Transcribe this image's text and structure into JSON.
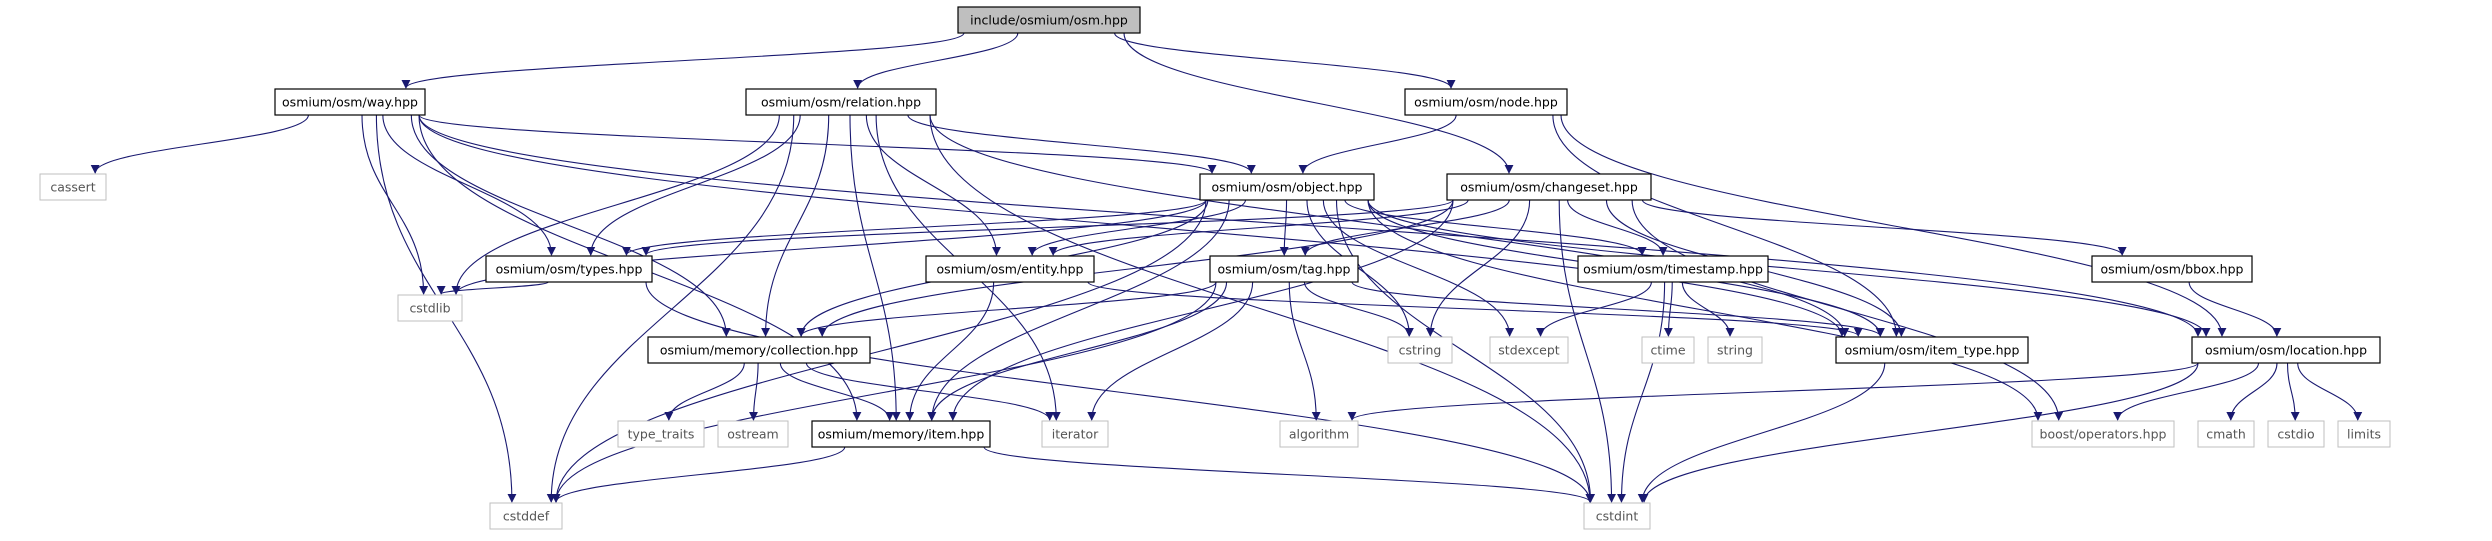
{
  "graph": {
    "colors": {
      "edge": "#191970",
      "root_fill": "#bfbfbf",
      "local_border": "#000000",
      "external_border": "#bfbfbf",
      "external_text": "#555555"
    },
    "nodes": [
      {
        "id": "osm",
        "label": "include/osmium/osm.hpp",
        "kind": "root"
      },
      {
        "id": "way",
        "label": "osmium/osm/way.hpp",
        "kind": "local"
      },
      {
        "id": "relation",
        "label": "osmium/osm/relation.hpp",
        "kind": "local"
      },
      {
        "id": "node",
        "label": "osmium/osm/node.hpp",
        "kind": "local"
      },
      {
        "id": "object",
        "label": "osmium/osm/object.hpp",
        "kind": "local"
      },
      {
        "id": "changeset",
        "label": "osmium/osm/changeset.hpp",
        "kind": "local"
      },
      {
        "id": "types",
        "label": "osmium/osm/types.hpp",
        "kind": "local"
      },
      {
        "id": "entity",
        "label": "osmium/osm/entity.hpp",
        "kind": "local"
      },
      {
        "id": "tag",
        "label": "osmium/osm/tag.hpp",
        "kind": "local"
      },
      {
        "id": "timestamp",
        "label": "osmium/osm/timestamp.hpp",
        "kind": "local"
      },
      {
        "id": "bbox",
        "label": "osmium/osm/bbox.hpp",
        "kind": "local"
      },
      {
        "id": "collection",
        "label": "osmium/memory/collection.hpp",
        "kind": "local"
      },
      {
        "id": "item_type",
        "label": "osmium/osm/item_type.hpp",
        "kind": "local"
      },
      {
        "id": "location",
        "label": "osmium/osm/location.hpp",
        "kind": "local"
      },
      {
        "id": "item",
        "label": "osmium/memory/item.hpp",
        "kind": "local"
      },
      {
        "id": "cassert",
        "label": "cassert",
        "kind": "external"
      },
      {
        "id": "cstdlib",
        "label": "cstdlib",
        "kind": "external"
      },
      {
        "id": "cstring",
        "label": "cstring",
        "kind": "external"
      },
      {
        "id": "stdexcept",
        "label": "stdexcept",
        "kind": "external"
      },
      {
        "id": "ctime",
        "label": "ctime",
        "kind": "external"
      },
      {
        "id": "string",
        "label": "string",
        "kind": "external"
      },
      {
        "id": "type_traits",
        "label": "type_traits",
        "kind": "external"
      },
      {
        "id": "ostream",
        "label": "ostream",
        "kind": "external"
      },
      {
        "id": "iterator",
        "label": "iterator",
        "kind": "external"
      },
      {
        "id": "algorithm",
        "label": "algorithm",
        "kind": "external"
      },
      {
        "id": "boost_operators",
        "label": "boost/operators.hpp",
        "kind": "external"
      },
      {
        "id": "cmath",
        "label": "cmath",
        "kind": "external"
      },
      {
        "id": "cstdio",
        "label": "cstdio",
        "kind": "external"
      },
      {
        "id": "limits",
        "label": "limits",
        "kind": "external"
      },
      {
        "id": "cstddef",
        "label": "cstddef",
        "kind": "external"
      },
      {
        "id": "cstdint",
        "label": "cstdint",
        "kind": "external"
      }
    ],
    "edges": [
      [
        "osm",
        "way"
      ],
      [
        "osm",
        "relation"
      ],
      [
        "osm",
        "node"
      ],
      [
        "osm",
        "changeset"
      ],
      [
        "way",
        "object"
      ],
      [
        "way",
        "types"
      ],
      [
        "way",
        "collection"
      ],
      [
        "way",
        "item"
      ],
      [
        "way",
        "cassert"
      ],
      [
        "way",
        "cstdlib"
      ],
      [
        "way",
        "cstddef"
      ],
      [
        "way",
        "item_type"
      ],
      [
        "way",
        "location"
      ],
      [
        "relation",
        "object"
      ],
      [
        "relation",
        "types"
      ],
      [
        "relation",
        "entity"
      ],
      [
        "relation",
        "collection"
      ],
      [
        "relation",
        "item"
      ],
      [
        "relation",
        "iterator"
      ],
      [
        "relation",
        "cstdlib"
      ],
      [
        "relation",
        "cstddef"
      ],
      [
        "relation",
        "item_type"
      ],
      [
        "relation",
        "cstdint"
      ],
      [
        "node",
        "object"
      ],
      [
        "node",
        "location"
      ],
      [
        "node",
        "item_type"
      ],
      [
        "object",
        "types"
      ],
      [
        "object",
        "entity"
      ],
      [
        "object",
        "tag"
      ],
      [
        "object",
        "timestamp"
      ],
      [
        "object",
        "collection"
      ],
      [
        "object",
        "item"
      ],
      [
        "object",
        "location"
      ],
      [
        "object",
        "item_type"
      ],
      [
        "object",
        "cstdlib"
      ],
      [
        "object",
        "cstring"
      ],
      [
        "object",
        "stdexcept"
      ],
      [
        "object",
        "cstddef"
      ],
      [
        "object",
        "cstdint"
      ],
      [
        "object",
        "boost_operators"
      ],
      [
        "changeset",
        "bbox"
      ],
      [
        "changeset",
        "entity"
      ],
      [
        "changeset",
        "tag"
      ],
      [
        "changeset",
        "timestamp"
      ],
      [
        "changeset",
        "types"
      ],
      [
        "changeset",
        "item"
      ],
      [
        "changeset",
        "collection"
      ],
      [
        "changeset",
        "item_type"
      ],
      [
        "changeset",
        "cstring"
      ],
      [
        "changeset",
        "cstdint"
      ],
      [
        "changeset",
        "boost_operators"
      ],
      [
        "types",
        "cstdlib"
      ],
      [
        "types",
        "cstdint"
      ],
      [
        "entity",
        "item"
      ],
      [
        "entity",
        "item_type"
      ],
      [
        "tag",
        "collection"
      ],
      [
        "tag",
        "item"
      ],
      [
        "tag",
        "item_type"
      ],
      [
        "tag",
        "algorithm"
      ],
      [
        "tag",
        "cstring"
      ],
      [
        "tag",
        "iterator"
      ],
      [
        "tag",
        "cstddef"
      ],
      [
        "timestamp",
        "ctime"
      ],
      [
        "timestamp",
        "string"
      ],
      [
        "timestamp",
        "stdexcept"
      ],
      [
        "timestamp",
        "cstdint"
      ],
      [
        "bbox",
        "location"
      ],
      [
        "collection",
        "item"
      ],
      [
        "collection",
        "type_traits"
      ],
      [
        "collection",
        "ostream"
      ],
      [
        "collection",
        "iterator"
      ],
      [
        "item_type",
        "cstdint"
      ],
      [
        "location",
        "algorithm"
      ],
      [
        "location",
        "boost_operators"
      ],
      [
        "location",
        "cmath"
      ],
      [
        "location",
        "cstdio"
      ],
      [
        "location",
        "limits"
      ],
      [
        "location",
        "cstdint"
      ],
      [
        "item",
        "cstddef"
      ],
      [
        "item",
        "cstdint"
      ]
    ]
  }
}
